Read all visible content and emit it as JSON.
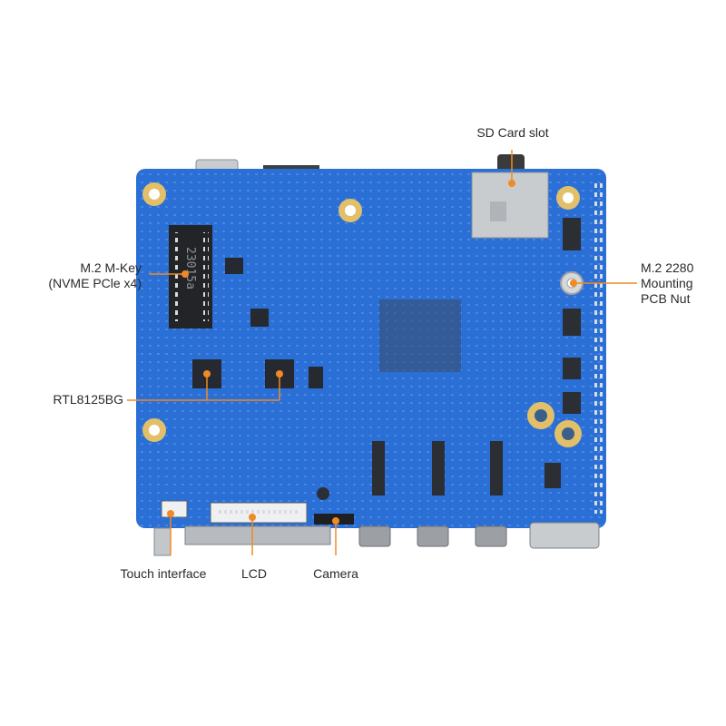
{
  "diagram": {
    "labels": {
      "sd_card_slot": "SD Card slot",
      "m2_mkey_line1": "M.2 M-Key",
      "m2_mkey_line2": "(NVME PCle x4)",
      "m2_2280_line1": "M.2 2280",
      "m2_2280_line2": "Mounting",
      "m2_2280_line3": "PCB Nut",
      "rtl8125bg": "RTL8125BG",
      "touch_interface": "Touch interface",
      "lcd": "LCD",
      "camera": "Camera"
    },
    "slot_marking": "23015a",
    "colors": {
      "pcb": "#2a6fd6",
      "pcb_dark": "#1f5bb8",
      "pad_gold": "#e2c06a",
      "connector_silver": "#c9cccf",
      "callout_line": "#f08a24",
      "callout_dot": "#f08a24"
    }
  }
}
